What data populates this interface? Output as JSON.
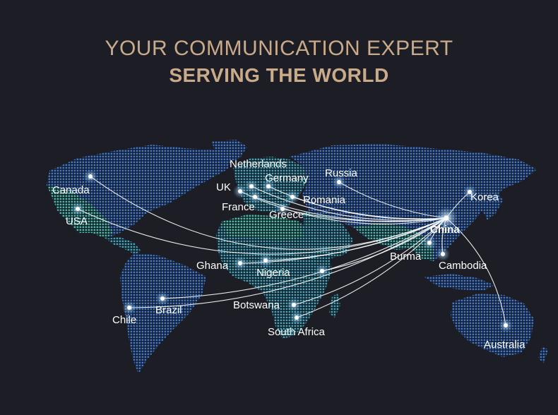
{
  "header": {
    "line1": "YOUR COMMUNICATION EXPERT",
    "line2": "SERVING THE WORLD"
  },
  "colors": {
    "background": "#1d1e25",
    "title": "#c9ab8c",
    "route": "#ffffff",
    "land_north": "#3b7fd6",
    "land_south": "#2f8fb8",
    "land_green": "#3fc9a6"
  },
  "hub": {
    "name": "China"
  },
  "cities": [
    {
      "id": "canada",
      "name": "Canada"
    },
    {
      "id": "usa",
      "name": "USA"
    },
    {
      "id": "netherlands",
      "name": "Netherlands"
    },
    {
      "id": "uk",
      "name": "UK"
    },
    {
      "id": "germany",
      "name": "Germany"
    },
    {
      "id": "russia",
      "name": "Russia"
    },
    {
      "id": "france",
      "name": "France"
    },
    {
      "id": "romania",
      "name": "Romania"
    },
    {
      "id": "greece",
      "name": "Greece"
    },
    {
      "id": "korea",
      "name": "Korea"
    },
    {
      "id": "burma",
      "name": "Burma"
    },
    {
      "id": "cambodia",
      "name": "Cambodia"
    },
    {
      "id": "ghana",
      "name": "Ghana"
    },
    {
      "id": "nigeria",
      "name": "Nigeria"
    },
    {
      "id": "chile",
      "name": "Chile"
    },
    {
      "id": "brazil",
      "name": "Brazil"
    },
    {
      "id": "botswana",
      "name": "Botswana"
    },
    {
      "id": "south-africa",
      "name": "South Africa"
    },
    {
      "id": "australia",
      "name": "Australia"
    }
  ]
}
